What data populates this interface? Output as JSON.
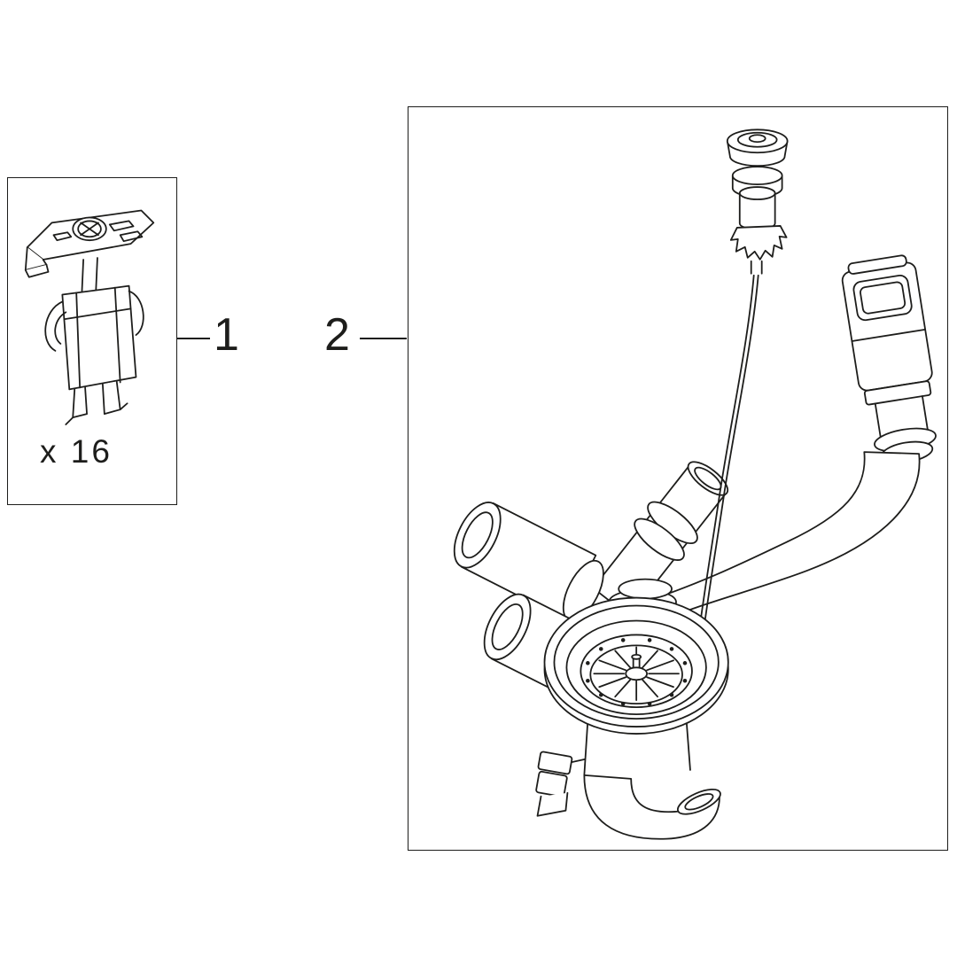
{
  "diagram": {
    "background": "#ffffff",
    "line_color": "#1d1d1b"
  },
  "parts": [
    {
      "number": "1",
      "quantity_label": "x 16",
      "drawing": "mounting-clip"
    },
    {
      "number": "2",
      "quantity_label": "",
      "drawing": "drain-assembly-with-overflow-and-popup-waste"
    }
  ]
}
